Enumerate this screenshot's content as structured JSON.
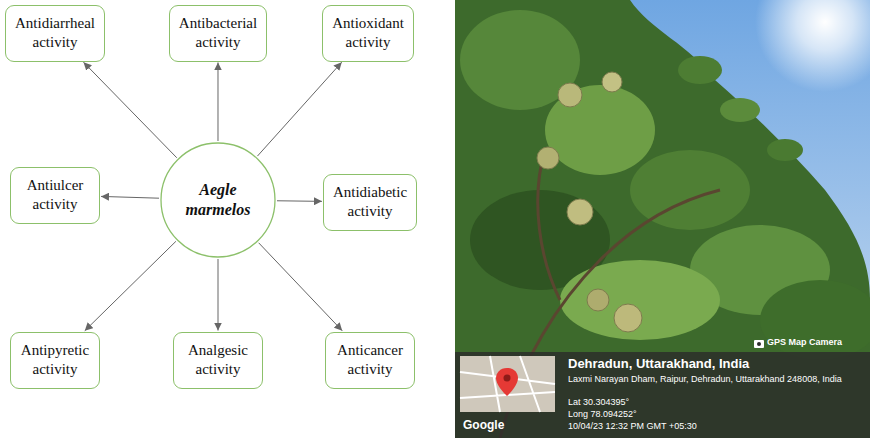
{
  "diagram": {
    "nodes": [
      {
        "text": [
          "Antidiarrheal activity"
        ]
      },
      {
        "text": [
          "Antibacterial activity"
        ]
      },
      {
        "text": [
          "Antioxidant activity"
        ]
      },
      {
        "text": [
          "Antiulcer activity"
        ]
      },
      {
        "text": [
          "Aegle marmelos"
        ]
      },
      {
        "text": [
          "Antidiabetic activity"
        ]
      },
      {
        "text": [
          "Antipyretic activity"
        ]
      },
      {
        "text": [
          "Analgesic activity"
        ]
      },
      {
        "text": [
          "Anticancer activity"
        ]
      }
    ],
    "edges": [
      {
        "from": 4,
        "to": 0,
        "arrow": "to"
      },
      {
        "from": 4,
        "to": 1,
        "arrow": "to"
      },
      {
        "from": 4,
        "to": 2,
        "arrow": "to"
      },
      {
        "from": 4,
        "to": 3,
        "arrow": "to"
      },
      {
        "from": 4,
        "to": 5,
        "arrow": "to"
      },
      {
        "from": 4,
        "to": 6,
        "arrow": "to"
      },
      {
        "from": 4,
        "to": 7,
        "arrow": "to"
      },
      {
        "from": 4,
        "to": 8,
        "arrow": "to"
      }
    ],
    "labels": [
      "GPS Map Camera",
      "Dehradun, Uttarakhand, India",
      "Laxmi Narayan Dham, Raipur, Dehradun, Uttarakhand 248008, India",
      "Lat 30.304395°",
      "Long 78.094252°",
      "10/04/23 12:32 PM GMT +05:30",
      "Google"
    ]
  }
}
